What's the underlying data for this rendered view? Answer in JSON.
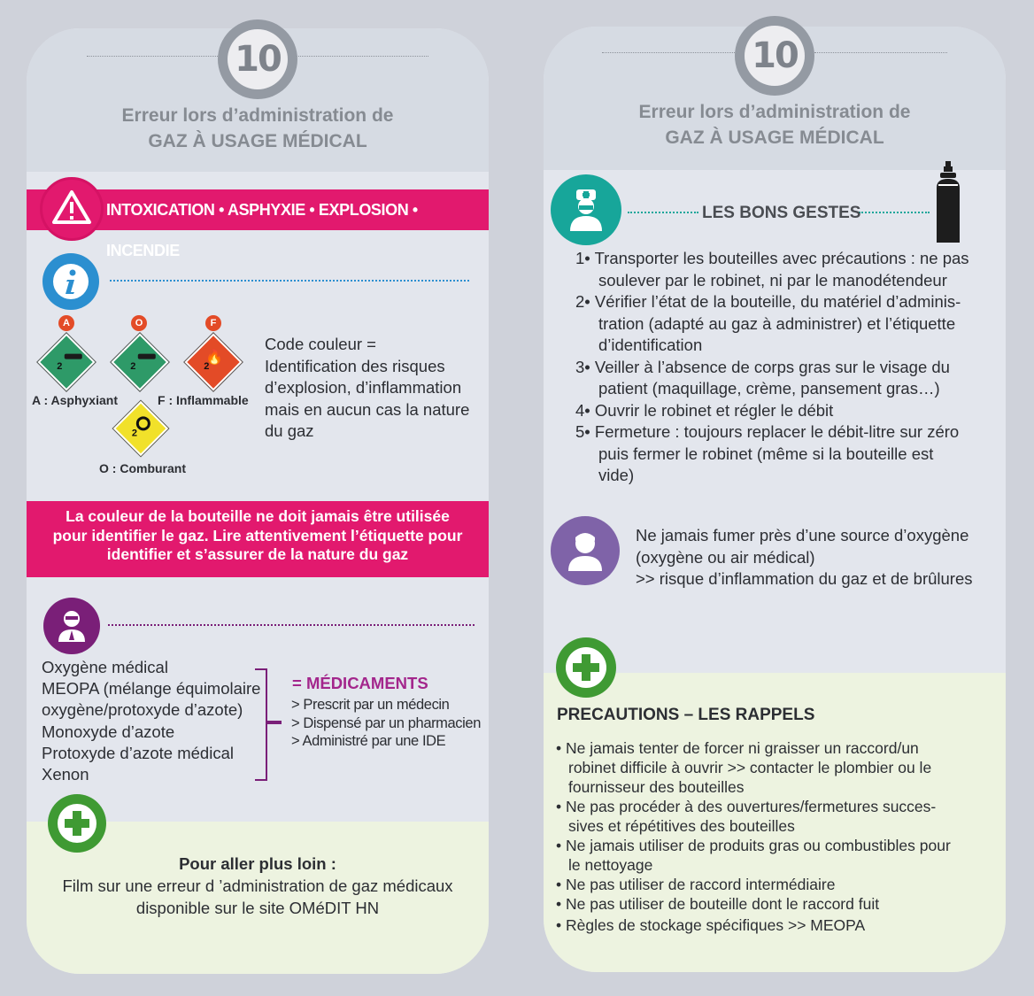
{
  "badge_number": "10",
  "header": {
    "line1": "Erreur lors d’administration de",
    "line2": "GAZ À USAGE MÉDICAL"
  },
  "left": {
    "danger_bar": "INTOXICATION • ASPHYXIE • EXPLOSION • INCENDIE",
    "danger_icon": "warning-triangle-icon",
    "info_icon": "info-icon",
    "pictograms": {
      "asphyxiant": {
        "letter": "A",
        "num": "2",
        "label": "A : Asphyxiant",
        "color": "#2e9a68"
      },
      "oxidizer_top": {
        "letter": "O",
        "num": "2",
        "color": "#2e9a68"
      },
      "flammable": {
        "letter": "F",
        "num": "2",
        "label": "F : Inflammable",
        "color": "#e34b27"
      },
      "comburant": {
        "num": "2",
        "label": "O : Comburant",
        "color": "#f1e12a"
      }
    },
    "code_couleur": [
      "Code couleur =",
      "Identification des risques",
      "d’explosion, d’inflammation",
      "mais en aucun cas la nature",
      "du gaz"
    ],
    "warning_bar": [
      "La couleur de la bouteille ne doit jamais être utilisée",
      "pour identifier le gaz. Lire attentivement l’étiquette pour",
      "identifier et s’assurer de la nature du gaz"
    ],
    "doctor_icon": "doctor-icon",
    "gases": [
      "Oxygène médical",
      "MEOPA (mélange équimolaire",
      "oxygène/protoxyde d’azote)",
      "Monoxyde d’azote",
      "Protoxyde d’azote médical",
      "Xenon"
    ],
    "medicaments_title": "= MÉDICAMENTS",
    "medicaments": [
      "> Prescrit par un médecin",
      "> Dispensé par un pharmacien",
      "> Administré par une IDE"
    ],
    "plus_icon": "plus-icon",
    "footer_title": "Pour aller plus loin :",
    "footer_lines": [
      "Film sur une erreur d ’administration de gaz médicaux",
      "disponible sur le site OMéDIT HN"
    ]
  },
  "right": {
    "nurse_icon": "nurse-icon",
    "bottle_icon": "gas-bottle-icon",
    "bons_gestes_title": "LES BONS GESTES",
    "steps": [
      [
        "1• Transporter les bouteilles avec précautions : ne pas",
        "soulever par le robinet, ni par le manodétendeur"
      ],
      [
        "2• Vérifier l’état de la bouteille, du matériel d’adminis-",
        "tration (adapté au gaz à administrer) et l’étiquette",
        "d’identification"
      ],
      [
        "3• Veiller à l’absence de corps gras sur le visage du",
        "patient (maquillage, crème, pansement gras…)"
      ],
      [
        "4• Ouvrir le robinet et régler le débit"
      ],
      [
        "5• Fermeture : toujours replacer le débit-litre sur zéro",
        "puis fermer le robinet (même si la bouteille est",
        "vide)"
      ]
    ],
    "patient_icon": "patient-icon",
    "smoke_lines": [
      "Ne jamais fumer près d’une source d’oxygène",
      "(oxygène ou air médical)",
      ">> risque d’inflammation du gaz et de brûlures"
    ],
    "plus_icon": "plus-icon",
    "precautions_title": "PRECAUTIONS – LES RAPPELS",
    "precautions": [
      [
        "• Ne jamais tenter de forcer ni graisser un raccord/un",
        "robinet difficile à ouvrir >> contacter le plombier ou le",
        "fournisseur des bouteilles"
      ],
      [
        "• Ne pas procéder à des ouvertures/fermetures succes-",
        "sives et répétitives des bouteilles"
      ],
      [
        "• Ne jamais utiliser de produits gras ou combustibles pour",
        "le nettoyage"
      ],
      [
        "• Ne pas utiliser de raccord intermédiaire"
      ],
      [
        "• Ne pas utiliser de bouteille dont le raccord fuit"
      ],
      [
        "• Règles de stockage spécifiques  >> MEOPA"
      ]
    ]
  },
  "colors": {
    "pink": "#e2196e",
    "teal": "#17a69a",
    "purple": "#7a1f78",
    "violet": "#7f63a8",
    "green": "#3f9a33",
    "blue": "#2b8fd0",
    "medicaments": "#a3268c"
  }
}
